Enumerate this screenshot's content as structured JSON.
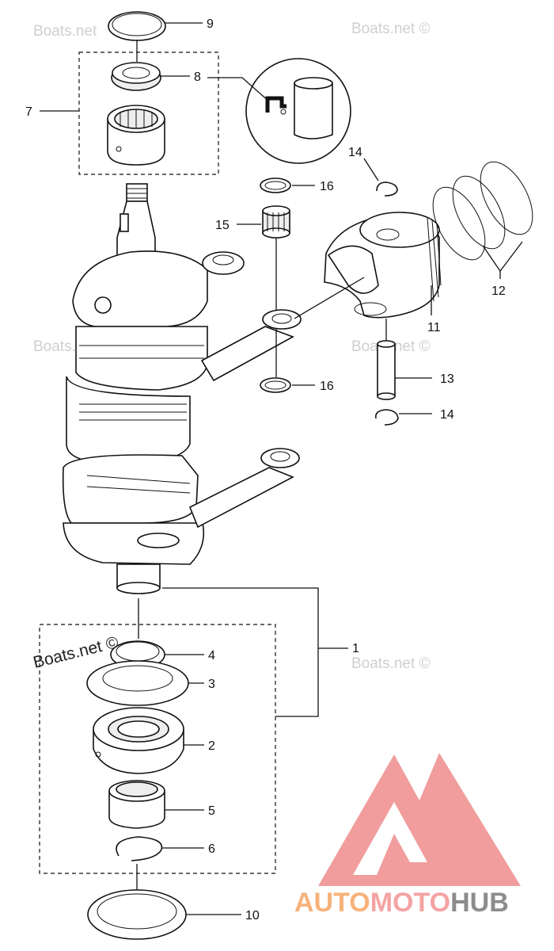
{
  "watermark": {
    "text": "Boats.net",
    "text_copyright": "Boats.net ©"
  },
  "brand": {
    "part1": "AUTO",
    "part2": "MOTO",
    "part3": "HUB",
    "colors": {
      "auto": "#f7b27a",
      "moto": "#f4a3a3",
      "hub": "#8c8c8c",
      "logo": "#f09898"
    }
  },
  "callouts": [
    {
      "id": "c9",
      "label": "9"
    },
    {
      "id": "c8",
      "label": "8"
    },
    {
      "id": "c7",
      "label": "7"
    },
    {
      "id": "c16a",
      "label": "16"
    },
    {
      "id": "c15",
      "label": "15"
    },
    {
      "id": "c14a",
      "label": "14"
    },
    {
      "id": "c12",
      "label": "12"
    },
    {
      "id": "c11",
      "label": "11"
    },
    {
      "id": "c13",
      "label": "13"
    },
    {
      "id": "c14b",
      "label": "14"
    },
    {
      "id": "c16b",
      "label": "16"
    },
    {
      "id": "c1",
      "label": "1"
    },
    {
      "id": "c4",
      "label": "4"
    },
    {
      "id": "c3",
      "label": "3"
    },
    {
      "id": "c2",
      "label": "2"
    },
    {
      "id": "c5",
      "label": "5"
    },
    {
      "id": "c6",
      "label": "6"
    },
    {
      "id": "c10",
      "label": "10"
    }
  ]
}
